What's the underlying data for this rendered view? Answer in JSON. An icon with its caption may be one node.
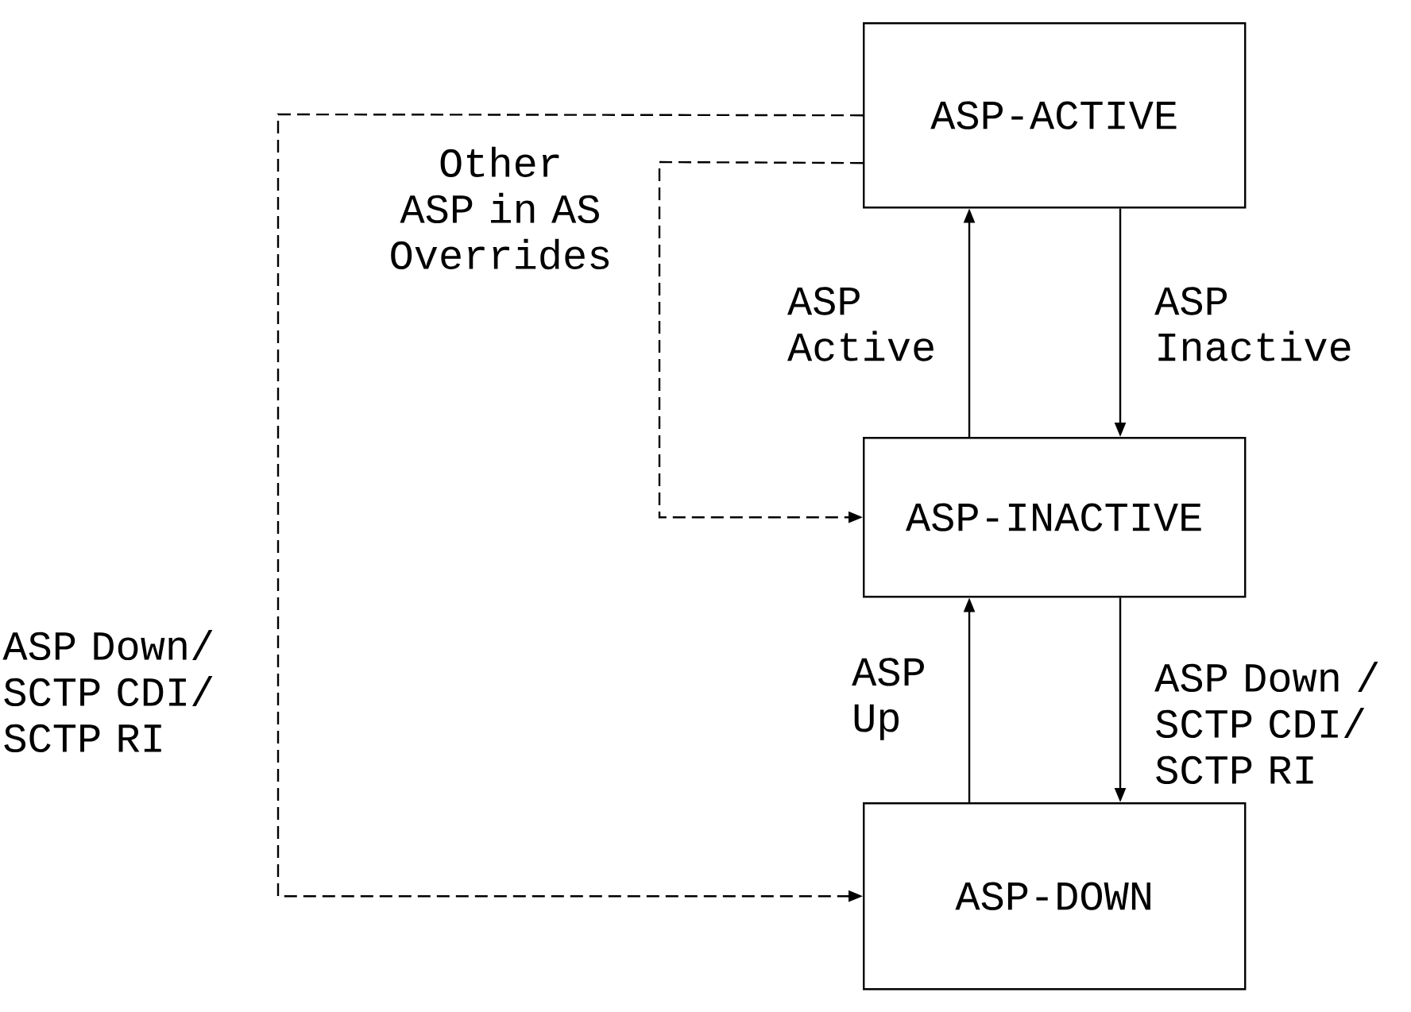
{
  "diagram": {
    "nodes": [
      {
        "text": [
          "ASP-ACTIVE"
        ]
      },
      {
        "text": [
          "ASP-INACTIVE"
        ]
      },
      {
        "text": [
          "ASP-DOWN"
        ]
      }
    ],
    "edges": [
      {
        "from": 0,
        "to": 2,
        "arrow": "to",
        "label": "ASP Down/ SCTP CDI/ SCTP RI",
        "style": "dashed"
      },
      {
        "from": 0,
        "to": 1,
        "arrow": "to",
        "label": "Other ASP in AS Overrides",
        "style": "dashed"
      },
      {
        "from": 1,
        "to": 0,
        "arrow": "to",
        "label": "ASP Active"
      },
      {
        "from": 0,
        "to": 1,
        "arrow": "to",
        "label": "ASP Inactive"
      },
      {
        "from": 2,
        "to": 1,
        "arrow": "to",
        "label": "ASP Up"
      },
      {
        "from": 1,
        "to": 2,
        "arrow": "to",
        "label": "ASP Down / SCTP CDI/ SCTP RI"
      }
    ]
  }
}
